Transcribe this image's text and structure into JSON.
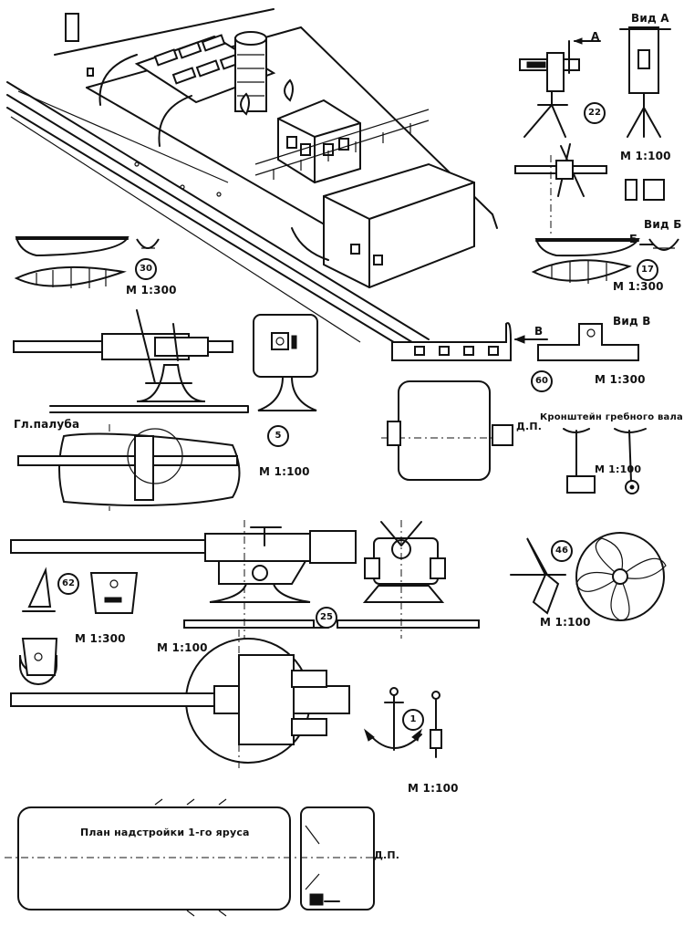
{
  "parts": {
    "p22": {
      "number": "22",
      "view_label": "Вид А",
      "arrow_letter": "А",
      "scale": "М 1:100"
    },
    "p30": {
      "number": "30",
      "scale": "М 1:300"
    },
    "p17": {
      "number": "17",
      "view_label": "Вид Б",
      "arrow_letter": "Б",
      "scale": "М 1:300"
    },
    "p5": {
      "number": "5",
      "deck_label": "Гл.палуба",
      "scale": "М 1:100"
    },
    "p60": {
      "number": "60",
      "view_label": "Вид В",
      "arrow_letter": "В",
      "scale": "М 1:300",
      "dp_label": "Д.П."
    },
    "bracket": {
      "title": "Кронштейн гребного вала",
      "scale": "М 1:100"
    },
    "p46": {
      "number": "46",
      "scale": "М 1:100"
    },
    "p62": {
      "number": "62",
      "scale": "М 1:300"
    },
    "p25": {
      "number": "25",
      "scale": "М 1:100"
    },
    "p1": {
      "number": "1",
      "scale": "М 1:100"
    },
    "plan": {
      "title": "План надстройки 1-го яруса",
      "dp_label": "Д.П."
    }
  }
}
